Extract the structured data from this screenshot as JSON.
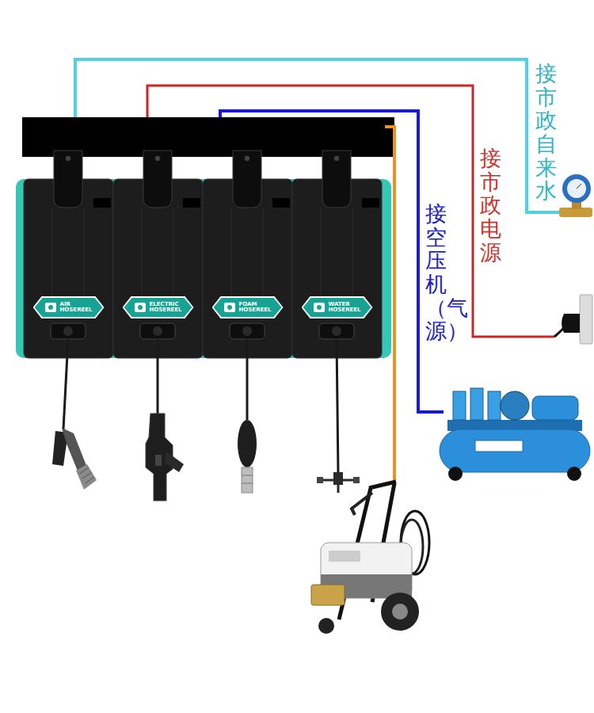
{
  "diagram": {
    "nodes": [
      {
        "text": [
          "AIR HOSEREEL"
        ]
      },
      {
        "text": [
          "ELECTRIC HOSEREEL"
        ]
      },
      {
        "text": [
          "FOAM HOSEREEL"
        ]
      },
      {
        "text": [
          "WATER HOSEREEL"
        ]
      }
    ],
    "labels": [
      "接市政自来水",
      "接市政电源",
      "接空压机（气源）"
    ]
  }
}
